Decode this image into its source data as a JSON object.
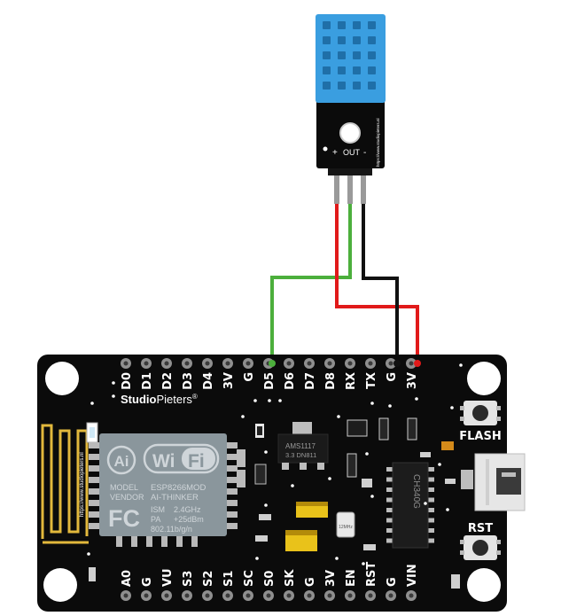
{
  "colors": {
    "board": "#0b0b0b",
    "sensor_blue": "#3a9ee0",
    "wire_green": "#4caf3c",
    "wire_red": "#e11a1a",
    "wire_black": "#111111",
    "wifi_shield": "#8a969c",
    "gold": "#e2b83c",
    "pin_gray": "#8f8f8f"
  },
  "sensor": {
    "pin_labels": [
      "+",
      "OUT",
      "-"
    ],
    "url": "https://www.studiopieters.nl"
  },
  "board": {
    "brand_bold": "Studio",
    "brand_light": "Pieters",
    "brand_mark": "®",
    "side_url": "https://www.studiopieters.nl",
    "top_pins": [
      "D0",
      "D1",
      "D2",
      "D3",
      "D4",
      "3V",
      "G",
      "D5",
      "D6",
      "D7",
      "D8",
      "RX",
      "TX",
      "G",
      "3V"
    ],
    "bottom_pins": [
      "A0",
      "G",
      "VU",
      "S3",
      "S2",
      "S1",
      "SC",
      "S0",
      "SK",
      "G",
      "3V",
      "EN",
      "RST",
      "G",
      "VIN"
    ],
    "flash_label": "FLASH",
    "rst_label": "RST",
    "regulator": {
      "line1": "AMS1117",
      "line2": "3.3 DN811"
    },
    "usb_chip": "CH340G",
    "crystal": "12MHz"
  },
  "esp_module": {
    "ai_logo": "Ai",
    "wifi_logo_a": "Wi",
    "wifi_logo_b": "Fi",
    "model_label": "MODEL",
    "model_value": "ESP8266MOD",
    "vendor_label": "VENDOR",
    "vendor_value": "AI-THINKER",
    "fcc_logo": "FC",
    "ism_label": "ISM",
    "ism_value": "2.4GHz",
    "pa_label": "PA",
    "pa_value": "+25dBm",
    "standard": "802.11b/g/n"
  }
}
